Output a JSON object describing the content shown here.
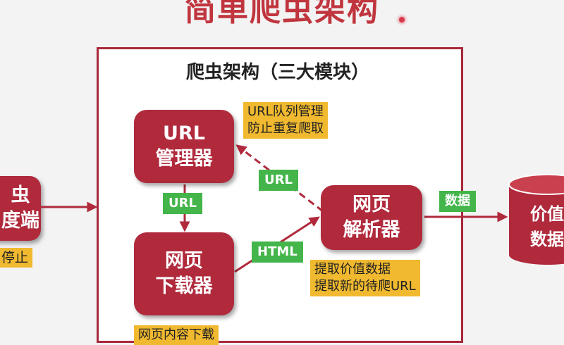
{
  "title": "简单爬虫架构",
  "frame_title": "爬虫架构（三大模块）",
  "left_node": [
    "虫",
    "度端"
  ],
  "left_note": "停止",
  "nodes": {
    "url_manager": [
      "URL",
      "管理器"
    ],
    "downloader": [
      "网页",
      "下载器"
    ],
    "parser": [
      "网页",
      "解析器"
    ]
  },
  "notes": {
    "url_manager": [
      "URL队列管理",
      "防止重复爬取"
    ],
    "parser": [
      "提取价值数据",
      "提取新的待爬URL"
    ],
    "downloader": "网页内容下载"
  },
  "edges": {
    "manager_to_downloader": "URL",
    "parser_to_manager": "URL",
    "downloader_to_parser": "HTML",
    "parser_to_data": "数据"
  },
  "data_store": [
    "价值",
    "数据"
  ],
  "colors": {
    "node": "#b02a3c",
    "note": "#f0b92f",
    "edge_label": "#43b54a",
    "title": "#c0353e"
  }
}
